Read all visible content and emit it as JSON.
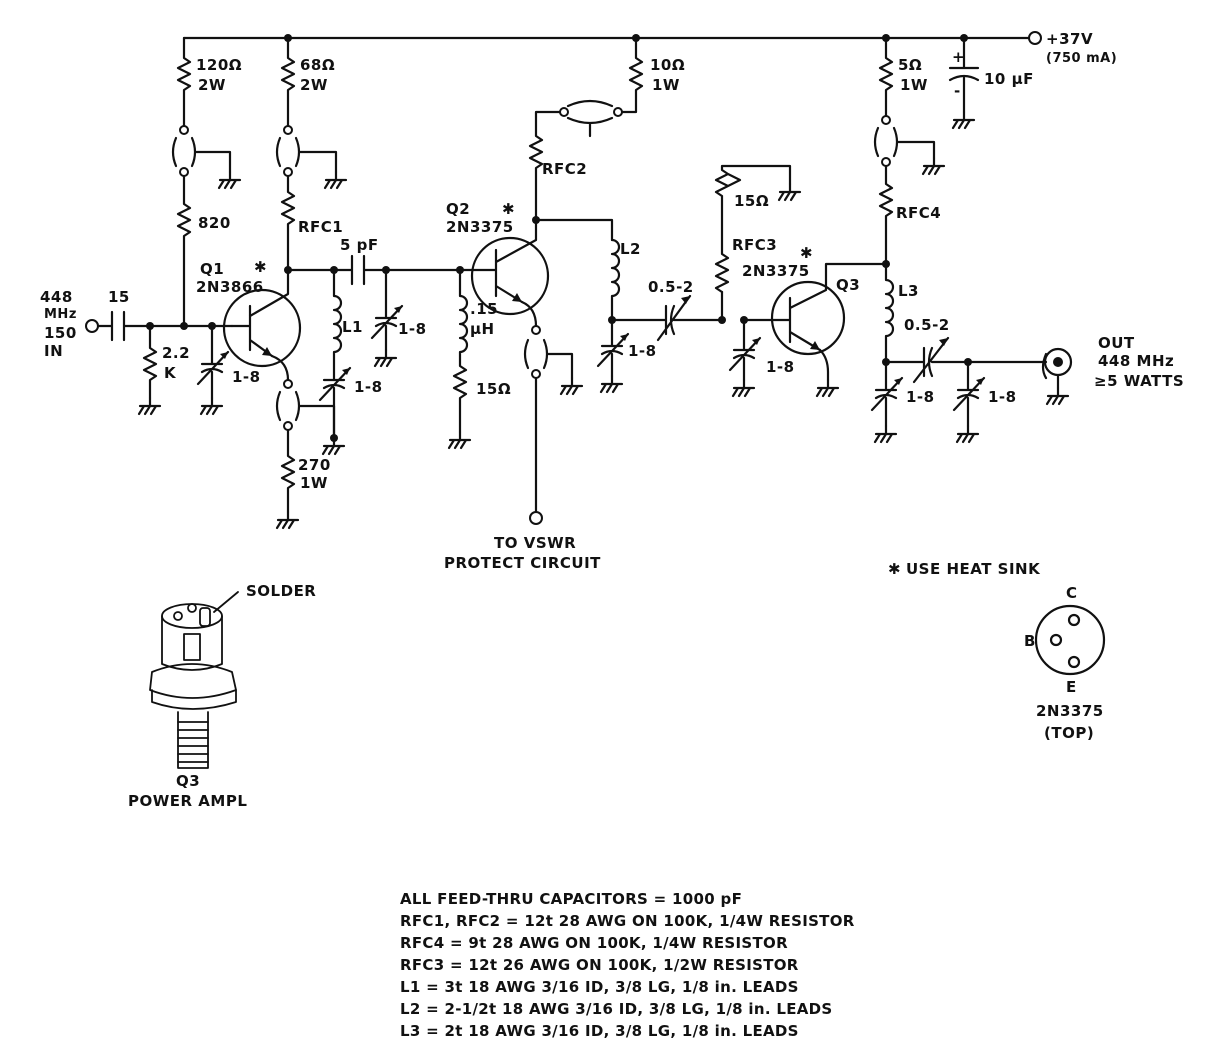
{
  "power": {
    "label": "+37V",
    "current": "(750 mA)"
  },
  "input": {
    "freq": "448",
    "unit": "MHz",
    "impedance": "150",
    "dir": "IN"
  },
  "output": {
    "dir": "OUT",
    "freq": "448 MHz",
    "power": "≥5 WATTS"
  },
  "components": {
    "r120": {
      "value": "120Ω",
      "rating": "2W"
    },
    "r68": {
      "value": "68Ω",
      "rating": "2W"
    },
    "r10": {
      "value": "10Ω",
      "rating": "1W"
    },
    "r5": {
      "value": "5Ω",
      "rating": "1W"
    },
    "c10uf": {
      "value": "10 µF",
      "plus": "+",
      "minus": "-"
    },
    "r820": {
      "value": "820"
    },
    "rfc1": {
      "value": "RFC1"
    },
    "rfc2": {
      "value": "RFC2"
    },
    "rfc3": {
      "value": "RFC3"
    },
    "rfc4": {
      "value": "RFC4"
    },
    "r15b": {
      "value": "15Ω"
    },
    "r15a": {
      "value": "15Ω"
    },
    "r22k": {
      "value": "2.2",
      "unit": "K"
    },
    "cin": {
      "value": "15"
    },
    "c5pf": {
      "value": "5 pF"
    },
    "l1": {
      "value": "L1"
    },
    "l2": {
      "value": "L2"
    },
    "l3": {
      "value": "L3"
    },
    "lp15": {
      "value": ".15",
      "unit": "µH"
    },
    "r270": {
      "value": "270",
      "rating": "1W"
    },
    "trim": {
      "value": "1-8"
    },
    "tc1": {
      "value": "0.5-2"
    },
    "tc2": {
      "value": "0.5-2"
    }
  },
  "transistors": {
    "q1": {
      "name": "Q1",
      "type": "2N3866",
      "star": "✱"
    },
    "q2": {
      "name": "Q2",
      "type": "2N3375",
      "star": "✱"
    },
    "q3": {
      "name": "Q3",
      "type": "2N3375",
      "star": "✱"
    }
  },
  "vswr": {
    "line1": "TO VSWR",
    "line2": "PROTECT CIRCUIT"
  },
  "heatsink": {
    "star": "✱",
    "text": "USE HEAT SINK"
  },
  "pinout": {
    "c": "C",
    "b": "B",
    "e": "E",
    "type": "2N3375",
    "view": "(TOP)"
  },
  "package": {
    "solder": "SOLDER",
    "name": "Q3",
    "desc": "POWER AMPL"
  },
  "notes": [
    "ALL FEED-THRU CAPACITORS = 1000 pF",
    "RFC1, RFC2 = 12t 28 AWG ON 100K, 1/4W RESISTOR",
    "RFC4 = 9t 28 AWG ON 100K, 1/4W RESISTOR",
    "RFC3 = 12t 26 AWG ON 100K, 1/2W RESISTOR",
    "L1 = 3t 18 AWG 3/16 ID, 3/8 LG, 1/8 in. LEADS",
    "L2 = 2-1/2t 18 AWG 3/16 ID, 3/8 LG, 1/8 in. LEADS",
    "L3 = 2t 18 AWG 3/16 ID, 3/8 LG, 1/8 in. LEADS"
  ]
}
